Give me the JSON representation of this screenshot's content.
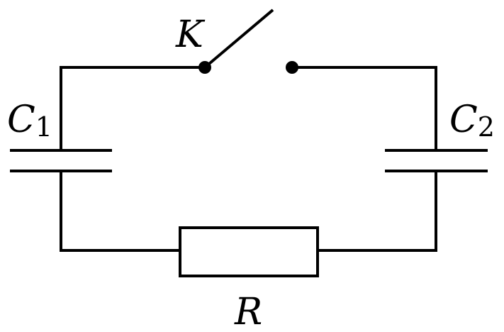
{
  "diagram": {
    "labels": {
      "switch": "K",
      "capacitor_left_main": "C",
      "capacitor_left_sub": "1",
      "capacitor_right_main": "C",
      "capacitor_right_sub": "2",
      "resistor": "R"
    },
    "switch_state": "open",
    "stroke_color": "#000000",
    "background_color": "#ffffff"
  }
}
